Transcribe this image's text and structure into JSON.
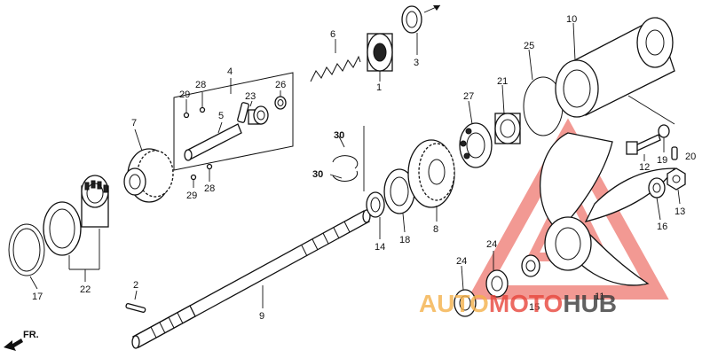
{
  "labels": {
    "l1": "1",
    "l2": "2",
    "l3": "3",
    "l4": "4",
    "l5": "5",
    "l6": "6",
    "l7": "7",
    "l8": "8",
    "l9": "9",
    "l10": "10",
    "l11": "11",
    "l12": "12",
    "l13": "13",
    "l14": "14",
    "l15": "15",
    "l16": "16",
    "l17": "17",
    "l18": "18",
    "l19": "19",
    "l20": "20",
    "l21": "21",
    "l22": "22",
    "l23": "23",
    "l24a": "24",
    "l24b": "24",
    "l25": "25",
    "l26": "26",
    "l27": "27",
    "l28a": "28",
    "l28b": "28",
    "l29a": "29",
    "l29b": "29",
    "l30a": "30",
    "l30b": "30"
  },
  "front_marker": {
    "text": "FR."
  },
  "watermark": {
    "part1": "AUTO",
    "part2": "MOTO",
    "part3": "HUB",
    "color_primary": "#e8463c",
    "color_accent": "#f5b14a",
    "color_dark": "#3a3a3a"
  }
}
